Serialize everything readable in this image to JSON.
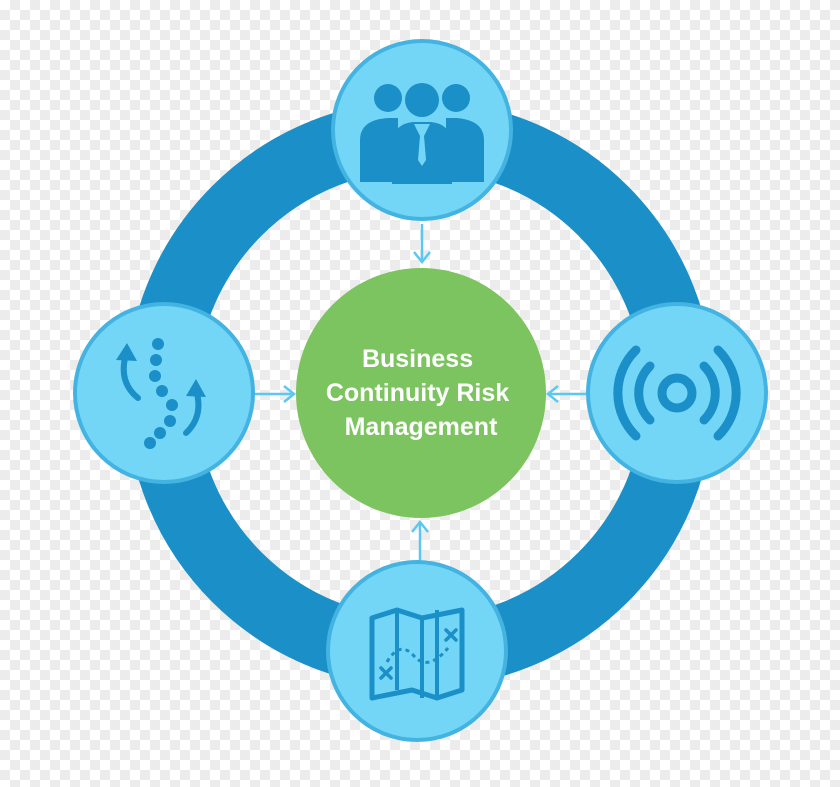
{
  "diagram": {
    "center": {
      "lines": [
        "Business",
        "Continuity Risk",
        "Management"
      ]
    },
    "nodes": [
      {
        "position": "top",
        "icon": "business-team-icon"
      },
      {
        "position": "right",
        "icon": "signal-broadcast-icon"
      },
      {
        "position": "bottom",
        "icon": "treasure-map-icon"
      },
      {
        "position": "left",
        "icon": "winding-path-icon"
      }
    ],
    "colors": {
      "ring": "#1a8fc8",
      "node_fill": "#74d6f7",
      "node_stroke": "#43b3e2",
      "icon": "#1a8fc8",
      "center": "#7cc45f",
      "arrow": "#5cc8f2",
      "center_text": "#ffffff"
    }
  }
}
